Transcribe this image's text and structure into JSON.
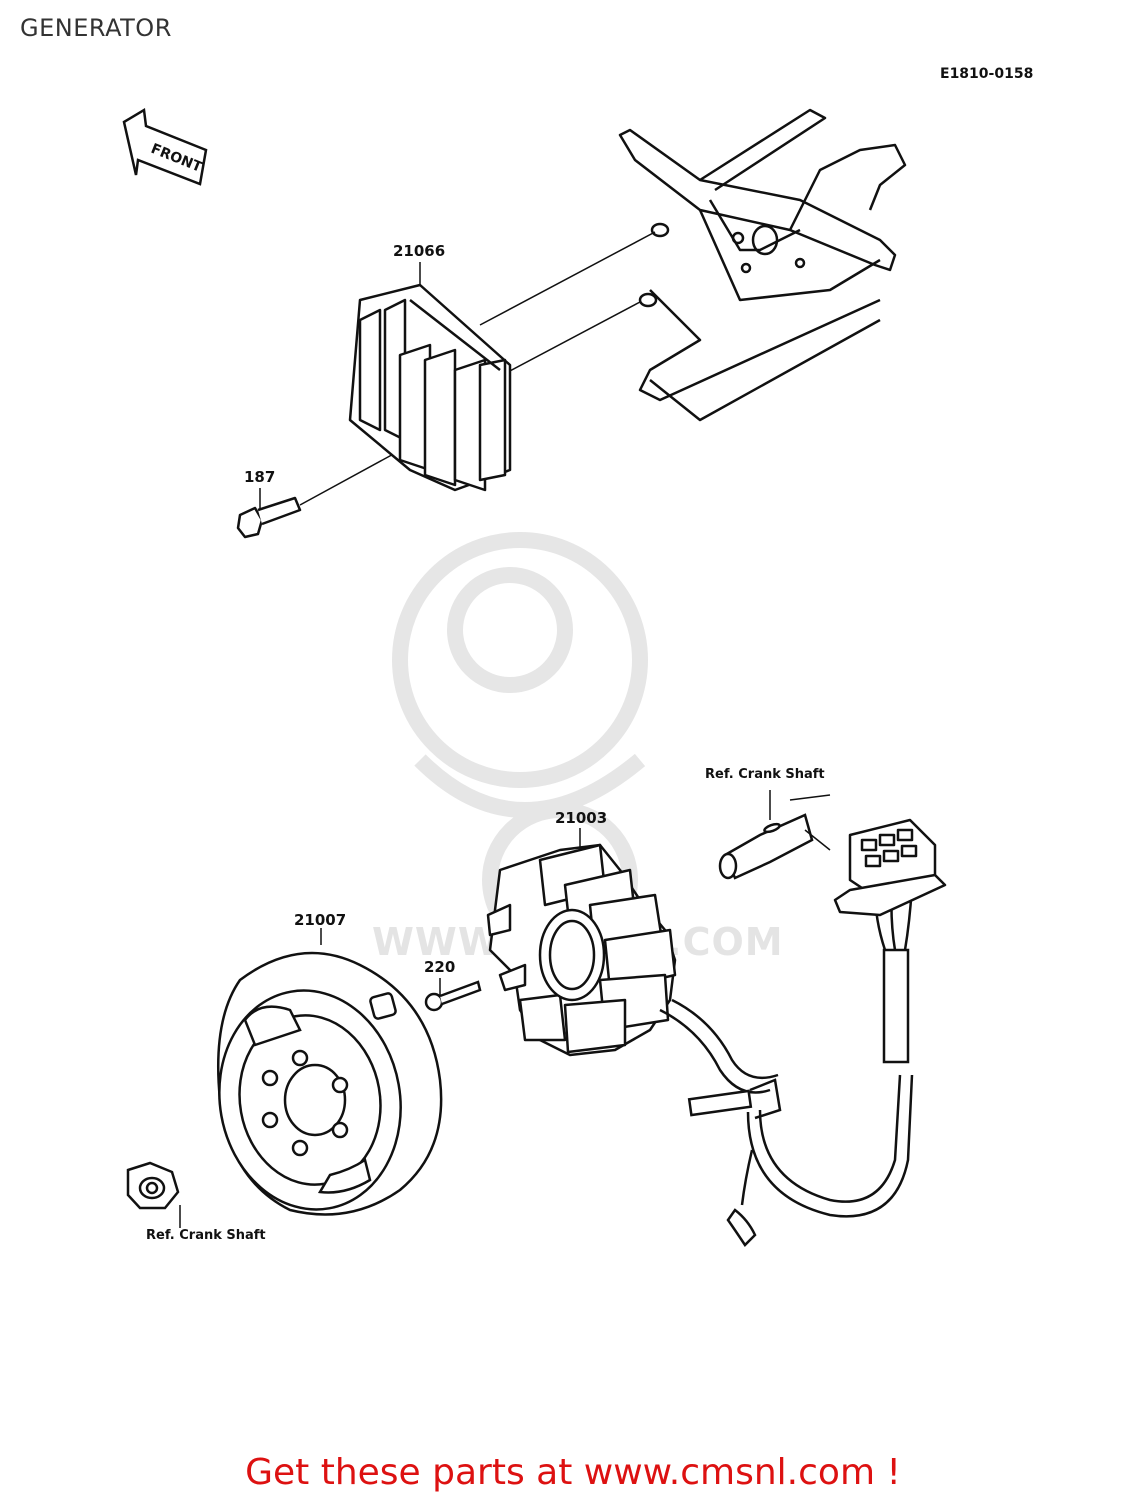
{
  "page": {
    "title": "GENERATOR",
    "diagram_code": "E1810-0158",
    "promo_text": "Get these parts at www.cmsnl.com !"
  },
  "watermark": {
    "text": "WWW.CMSNL.COM"
  },
  "direction_arrow": {
    "label": "FRONT"
  },
  "parts": {
    "regulator": "21066",
    "regulator_bolt": "187",
    "stator": "21003",
    "rotor": "21007",
    "stator_screw": "220"
  },
  "references": {
    "crank_shaft_top": "Ref. Crank Shaft",
    "crank_shaft_bottom": "Ref. Crank Shaft"
  },
  "colors": {
    "line": "#111111",
    "promo": "#dd1111",
    "watermark": "#e4e4e4"
  }
}
